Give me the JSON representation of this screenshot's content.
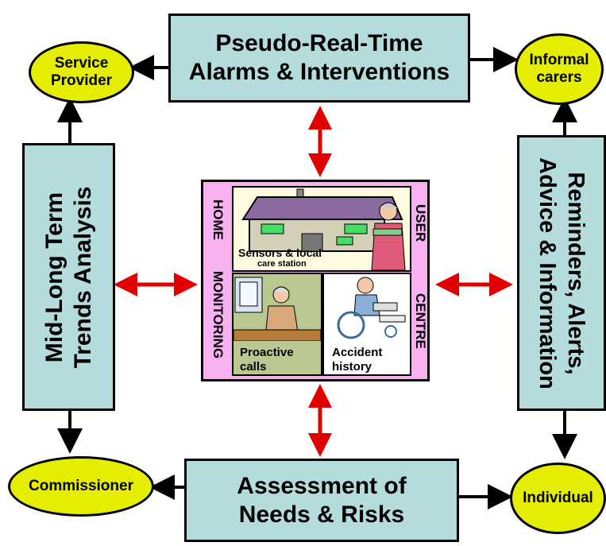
{
  "top_box": {
    "line1": "Pseudo-Real-Time",
    "line2": "Alarms & Interventions"
  },
  "bottom_box": {
    "line1": "Assessment of",
    "line2": "Needs & Risks"
  },
  "left_box": {
    "line1": "Mid-Long Term",
    "line2": "Trends Analysis"
  },
  "right_box": {
    "line1": "Reminders, Alerts,",
    "line2": "Advice & Information"
  },
  "ovals": {
    "service_provider": {
      "line1": "Service",
      "line2": "Provider"
    },
    "informal_carers": {
      "line1": "Informal",
      "line2": "carers"
    },
    "commissioner": "Commissioner",
    "individual": "Individual"
  },
  "center": {
    "home": "HOME",
    "monitoring": "MONITORING",
    "user": "USER",
    "centre": "CENTRE",
    "sensors_line1": "Sensors & local",
    "sensors_line2": "care station",
    "proactive_line1": "Proactive",
    "proactive_line2": "calls",
    "accident_line1": "Accident",
    "accident_line2": "history"
  },
  "colors": {
    "box_fill": "#b4dcdc",
    "oval_fill": "#e6ee00",
    "center_fill": "#f7b0f0",
    "arrow_red": "#e00000",
    "arrow_black": "#000000"
  }
}
